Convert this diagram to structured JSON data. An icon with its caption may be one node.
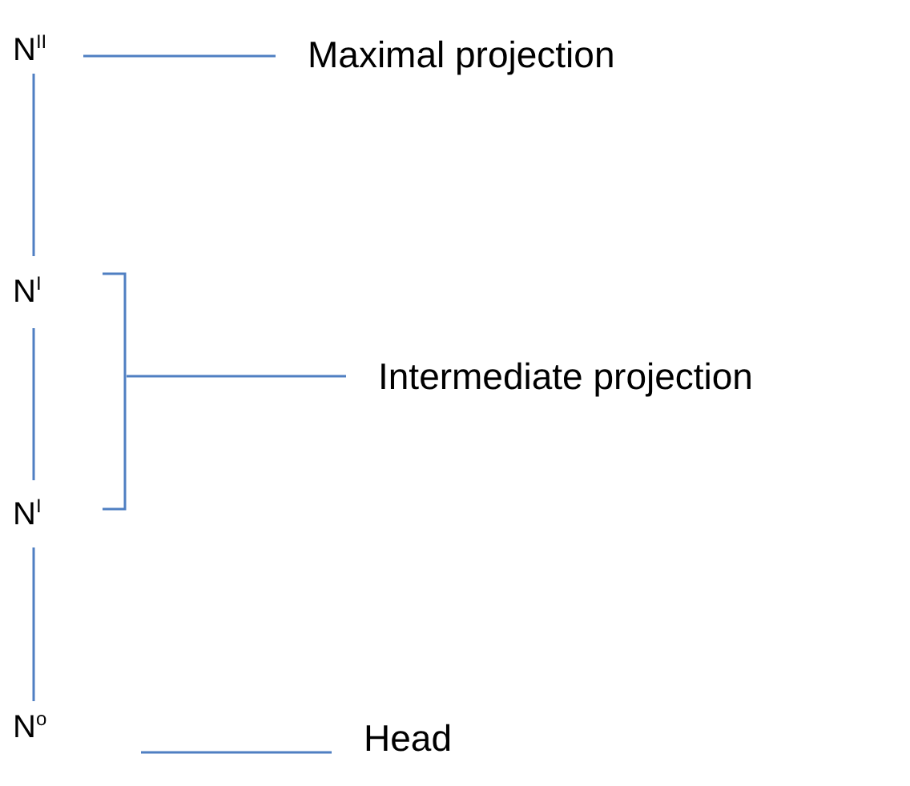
{
  "diagram": {
    "nodes": [
      {
        "text": [
          "N$^{II}$"
        ]
      },
      {
        "text": [
          "Maximal projection"
        ]
      },
      {
        "text": [
          "N$^{I}$"
        ]
      },
      {
        "text": [],
        "shape": "bracket"
      },
      {
        "text": [
          "Intermediate projection"
        ]
      },
      {
        "text": [
          "N$^{I}$"
        ]
      },
      {
        "text": [
          "N$^{o}$"
        ]
      },
      {
        "text": [
          "Head"
        ]
      }
    ],
    "edges": [
      {
        "from": 0,
        "to": 1,
        "arrow": "none"
      },
      {
        "from": 0,
        "to": 2,
        "arrow": "none"
      },
      {
        "from": 2,
        "to": 5,
        "arrow": "none"
      },
      {
        "from": 3,
        "to": 4,
        "arrow": "none"
      },
      {
        "from": 5,
        "to": 6,
        "arrow": "none"
      },
      {
        "from": 6,
        "to": 7,
        "arrow": "none"
      }
    ]
  }
}
